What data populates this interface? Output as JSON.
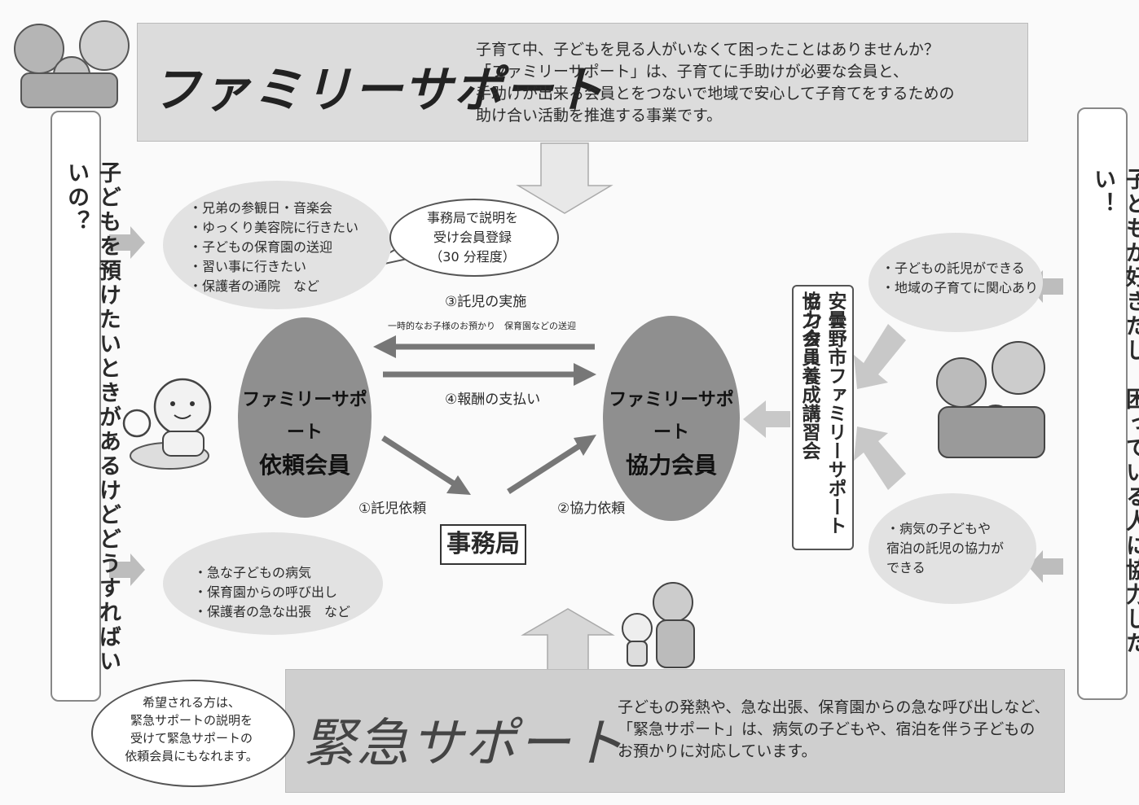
{
  "header": {
    "title": "ファミリーサポート",
    "lines": [
      "子育て中、子どもを見る人がいなくて困ったことはありませんか？",
      "「ファミリーサポート」は、子育てに手助けが必要な会員と、",
      "手助けが出来る会員とをつないで地域で安心して子育てをするための",
      "助け合い活動を推進する事業です。"
    ]
  },
  "left_panel": {
    "text": "子どもを預けたいときがあるけどどうすればいいの？"
  },
  "right_panel": {
    "text": "子どもが好きだし、困っている人に協力したい！"
  },
  "bubbles": {
    "top_left": [
      "・兄弟の参観日・音楽会",
      "・ゆっくり美容院に行きたい",
      "・子どもの保育園の送迎",
      "・習い事に行きたい",
      "・保護者の通院　など"
    ],
    "speech_center": [
      "事務局で説明を",
      "受け会員登録",
      "（30 分程度）"
    ],
    "right_top": [
      "・子どもの託児ができる",
      "・地域の子育てに関心あり"
    ],
    "right_bottom": [
      "・病気の子どもや",
      "宿泊の託児の協力が",
      "できる"
    ],
    "bottom_left": [
      "・急な子どもの病気",
      "・保育園からの呼び出し",
      "・保護者の急な出張　など"
    ]
  },
  "flow": {
    "request_member": [
      "ファミリーサポート",
      "依頼会員"
    ],
    "support_member": [
      "ファミリーサポート",
      "協力会員"
    ],
    "office": "事務局",
    "step3": "③託児の実施",
    "step3_note": "一時的なお子様のお預かり　保育園などの送迎",
    "step4": "④報酬の支払い",
    "step1": "①託児依頼",
    "step2": "②協力依頼"
  },
  "training": {
    "line1": "安曇野市ファミリーサポートセンター",
    "line2": "協力会員養成講習会"
  },
  "emergency": {
    "title": "緊急サポート",
    "lines": [
      "子どもの発熱や、急な出張、保育園からの急な呼び出しなど、",
      "「緊急サポート」は、病気の子どもや、宿泊を伴う子どもの",
      "お預かりに対応しています。"
    ],
    "note": [
      "希望される方は、",
      "緊急サポートの説明を",
      "受けて緊急サポートの",
      "依頼会員にもなれます。"
    ]
  },
  "icons": [
    "grandparents-family-illustration",
    "baby-illustration",
    "elderly-couple-child-illustration",
    "mother-child-illustration"
  ]
}
